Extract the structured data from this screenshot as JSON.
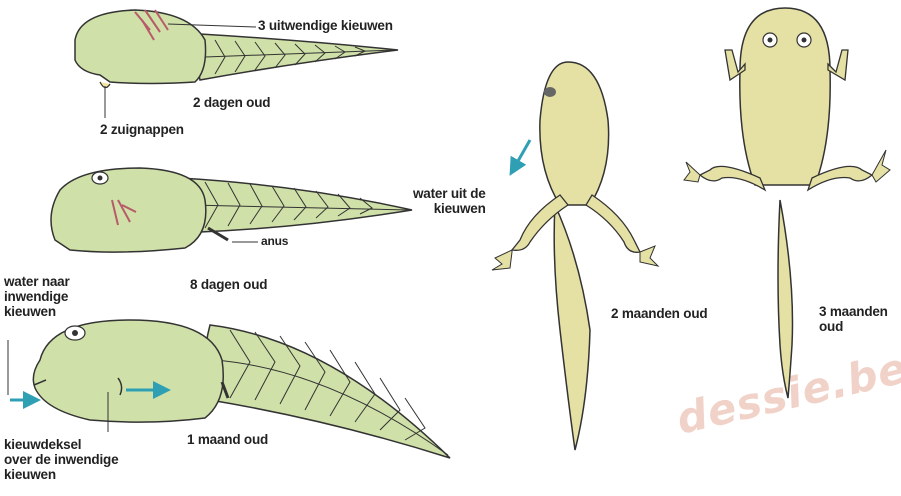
{
  "colors": {
    "tadpole_body": "#cfe0a8",
    "frog_body": "#e5e0a4",
    "outline": "#333333",
    "arrow": "#2fa0b4",
    "watermark": "#f1d2c8"
  },
  "stages": [
    {
      "label": "2 dagen oud"
    },
    {
      "label": "8 dagen oud"
    },
    {
      "label": "1 maand oud"
    },
    {
      "label": "2 maanden oud"
    },
    {
      "label": "3 maanden\noud"
    }
  ],
  "annotations": {
    "external_gills": "3 uitwendige kieuwen",
    "suckers": "2 zuignappen",
    "anus": "anus",
    "water_in": "water naar\ninwendige\nkieuwen",
    "gill_cover": "kieuwdeksel\nover de inwendige\nkieuwen",
    "water_out": "water uit de\nkieuwen"
  },
  "watermark": "dessie.be"
}
